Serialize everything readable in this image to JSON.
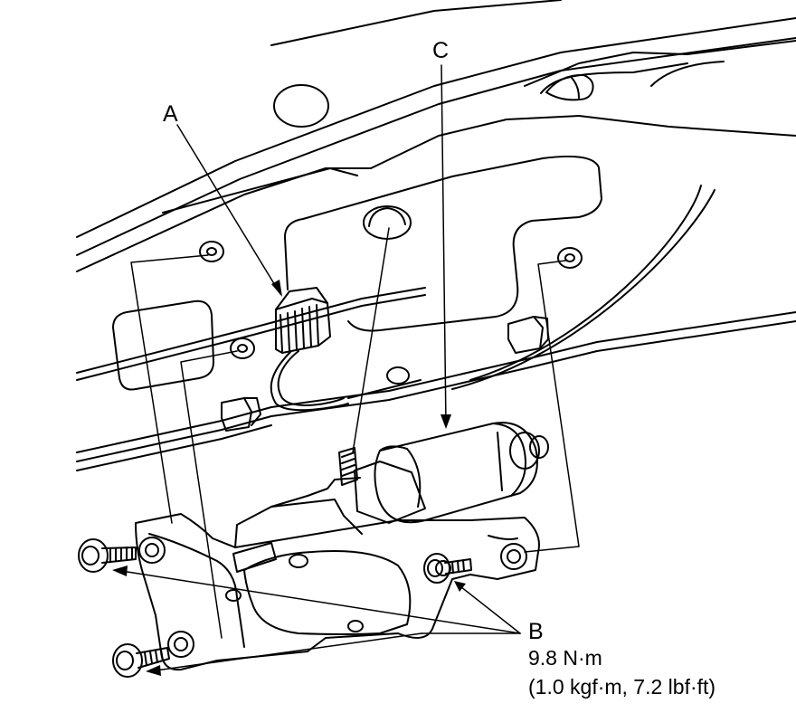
{
  "labels": {
    "a": "A",
    "b": "B",
    "c": "C"
  },
  "torque_spec": {
    "line1": "9.8 N·m",
    "line2": "(1.0 kgf·m, 7.2 lbf·ft)"
  },
  "colors": {
    "ink": "#000000",
    "paper": "#ffffff"
  },
  "icons": {
    "connector": "electrical-connector-icon",
    "bolt": "flange-bolt-icon",
    "motor": "power-door-lock-actuator-icon"
  }
}
